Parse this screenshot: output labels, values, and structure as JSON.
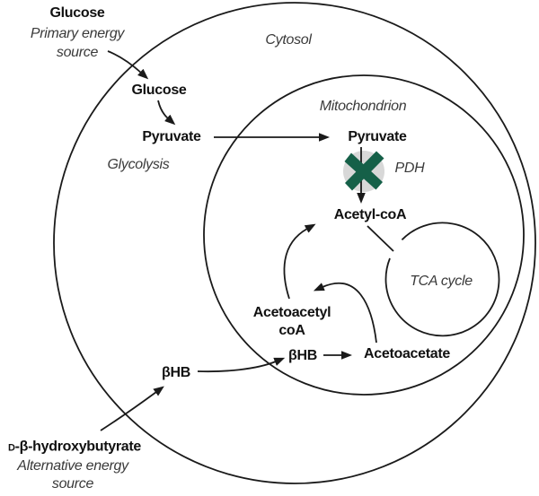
{
  "diagram": {
    "compartments": {
      "cytosol": "Cytosol",
      "mitochondrion": "Mitochondrion",
      "tca_cycle": "TCA cycle"
    },
    "pathway_labels": {
      "glycolysis": "Glycolysis"
    },
    "nodes": {
      "glucose_header": "Glucose",
      "glucose_header_note": "Primary energy\nsource",
      "glucose_cytosol": "Glucose",
      "pyruvate_cytosol": "Pyruvate",
      "pyruvate_mito": "Pyruvate",
      "pdh_enzyme": "PDH",
      "acetyl_coa": "Acetyl-coA",
      "acetoacetyl_coa": "Acetoacetyl\ncoA",
      "bhb_mito": "βHB",
      "acetoacetate": "Acetoacetate",
      "bhb_cytosol": "βHB",
      "dbhb_smallcap_prefix": "D",
      "dbhb_rest": "-β-hydroxybutyrate",
      "dbhb_note": "Alternative energy\nsource"
    },
    "colors": {
      "line": "#1a1a1a",
      "text": "#111111",
      "italic_label": "#3a3a3a",
      "pdh_block_circle": "#d8d8d8",
      "pdh_block_cross": "#156048",
      "background": "#ffffff"
    }
  }
}
